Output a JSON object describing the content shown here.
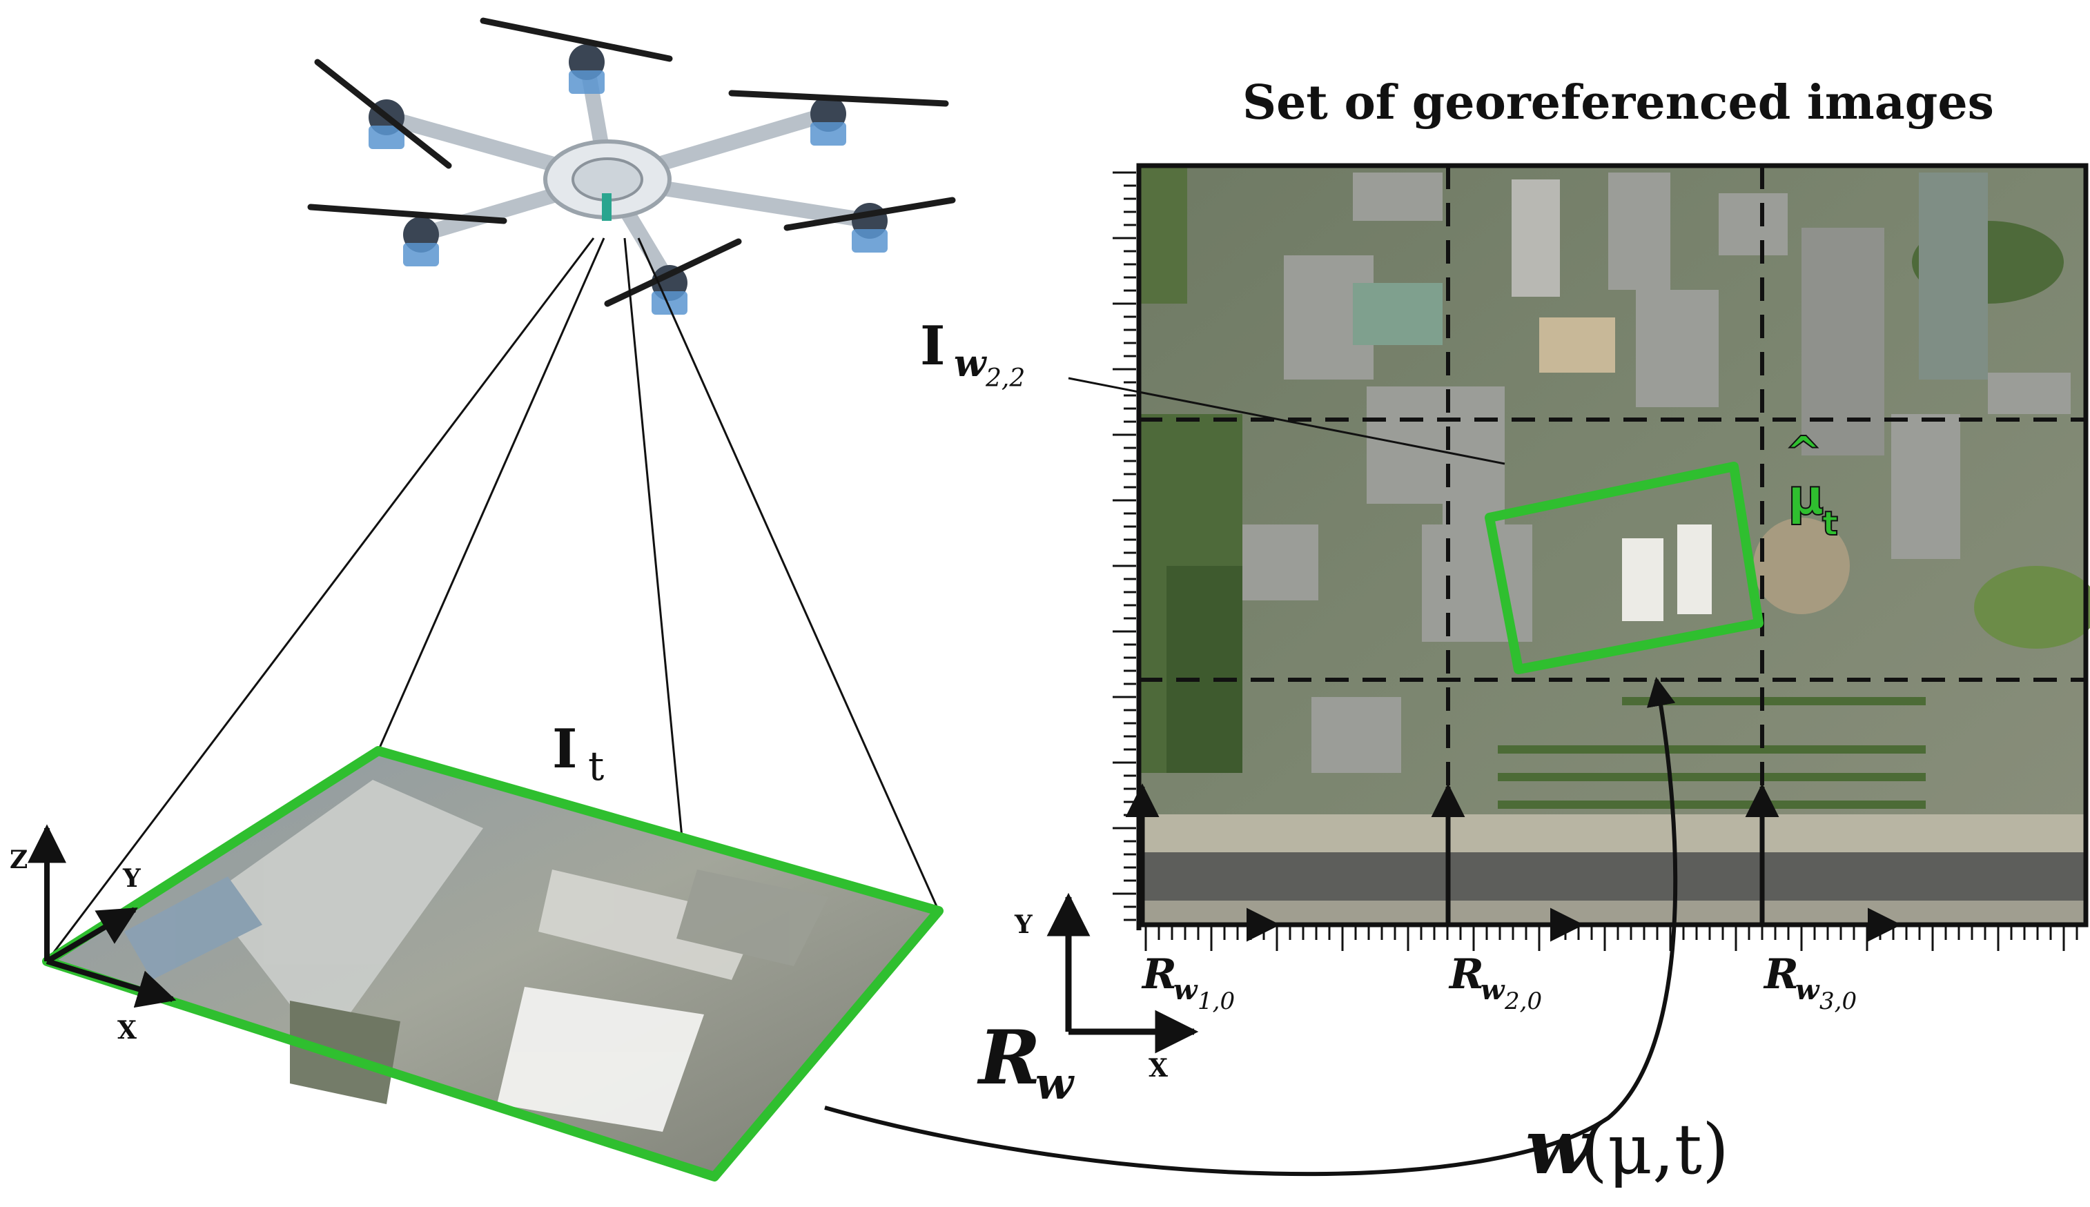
{
  "title": "Set of georeferenced images",
  "labels": {
    "image_t": "I",
    "image_t_sub": "t",
    "world_image": "I",
    "world_image_sub": "w",
    "world_image_sub2": "2,2",
    "estimate_symbol": "μ",
    "estimate_sub": "t",
    "frame_w": "R",
    "frame_w_sub": "w",
    "frames": [
      {
        "main": "R",
        "sub": "w",
        "subsub": "1,0"
      },
      {
        "main": "R",
        "sub": "w",
        "subsub": "2,0"
      },
      {
        "main": "R",
        "sub": "w",
        "subsub": "3,0"
      }
    ],
    "warp_fn": "w",
    "warp_args": "(μ,t)"
  },
  "axes_uav": {
    "z": "Z",
    "y": "Y",
    "x": "X"
  },
  "axes_world": {
    "y": "Y",
    "x": "X"
  },
  "colors": {
    "accent": "#2fbf2f",
    "grid": "#111111",
    "drone_frame": "#d8dde3",
    "drone_motor": "#4d88c9"
  }
}
